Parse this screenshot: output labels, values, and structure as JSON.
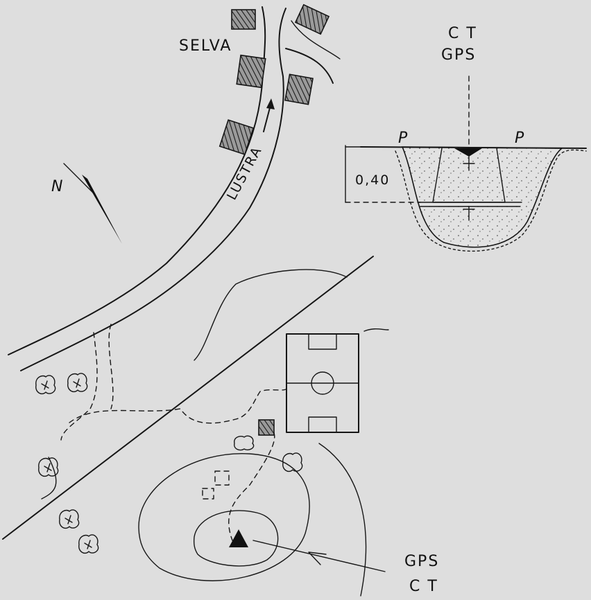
{
  "map": {
    "place_label": "SELVA",
    "road_label": "LUSTRA",
    "north_label": "N",
    "section_marker_top": "C T\nGPS",
    "section_marker_top_line1": "C T",
    "section_marker_top_line2": "GPS",
    "section_left_point": "P",
    "section_right_point": "P",
    "depth_label": "0,40",
    "station_label_line1": "GPS",
    "station_label_line2": "C T"
  },
  "icons": {
    "north_arrow": "north-arrow-icon",
    "station_marker": "triangle-icon",
    "building": "hatched-building-icon",
    "tree": "shrub-icon",
    "field": "football-field-icon"
  },
  "colors": {
    "paper": "#dedede",
    "ink": "#161616"
  }
}
